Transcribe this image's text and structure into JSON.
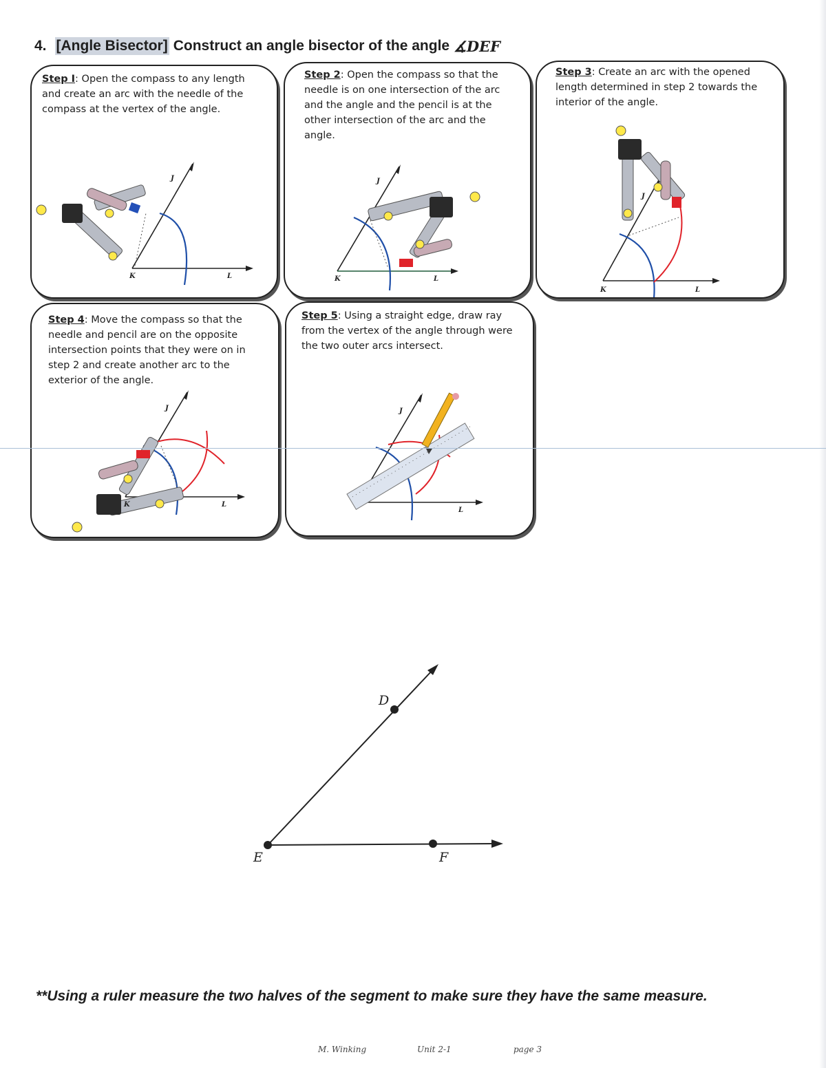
{
  "heading": {
    "number": "4.",
    "tag": "[Angle Bisector]",
    "title": "Construct an angle bisector of the angle",
    "angle": "∡DEF"
  },
  "steps": [
    {
      "label": "Step I",
      "text": ": Open the compass to any length and create an arc with the needle of the compass at the vertex of the angle."
    },
    {
      "label": "Step 2",
      "text": ": Open the compass so that the needle is on one intersection of the arc and the angle and the pencil is at the other intersection of the arc and the angle."
    },
    {
      "label": "Step 3",
      "text": ": Create an arc with the opened length determined in step 2 towards the interior of the angle."
    },
    {
      "label": "Step 4",
      "text": ": Move the compass so that the needle and pencil are on the opposite intersection points that they were on in step 2 and create another arc to the exterior of the angle."
    },
    {
      "label": "Step 5",
      "text": ": Using a straight edge, draw ray from the vertex of the angle through were the two outer arcs intersect."
    }
  ],
  "step_axis_labels": {
    "j": "J",
    "k": "K",
    "l": "L"
  },
  "diagram": {
    "d": "D",
    "e": "E",
    "f": "F"
  },
  "note": "**Using a ruler measure the two halves of the segment to make sure they have the same measure.",
  "footer": {
    "author": "M. Winking",
    "unit": "Unit 2-1",
    "page": "page 3"
  },
  "colors": {
    "arc_blue": "#1f4fa8",
    "arc_red": "#e0232a",
    "compass_body": "#b8bcc5",
    "hinge": "#2a2a2a",
    "knob": "#ffe94a",
    "highlight": "#cfd5df"
  }
}
